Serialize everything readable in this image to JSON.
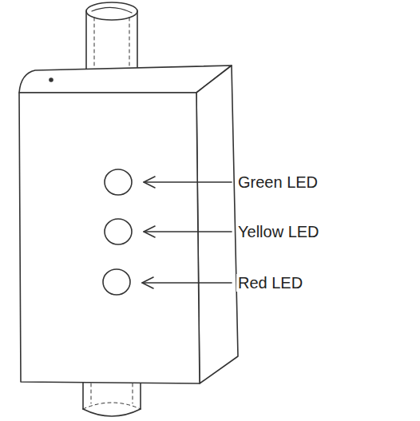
{
  "diagram": {
    "labels": [
      "Green LED",
      "Yellow LED",
      "Red LED"
    ]
  }
}
